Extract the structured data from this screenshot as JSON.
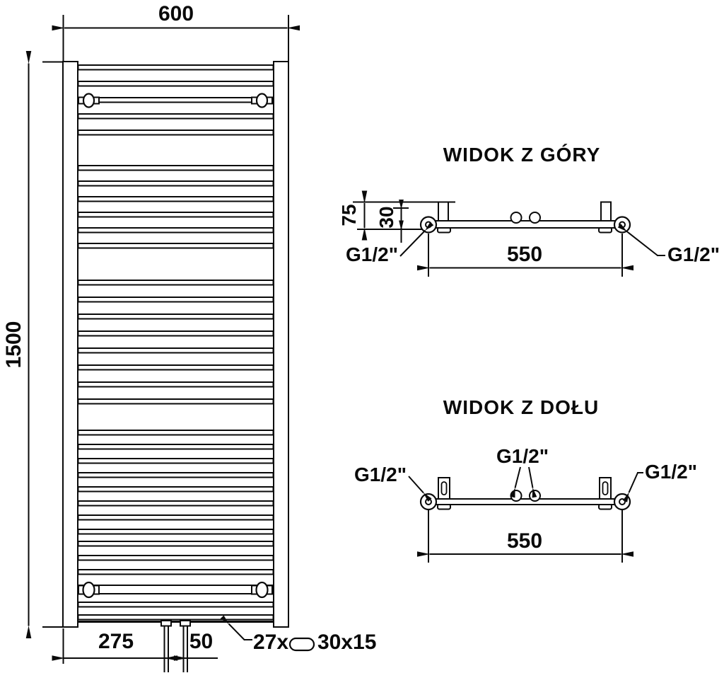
{
  "front_view": {
    "dim_width": "600",
    "dim_height": "1500",
    "dim_pipe_offset": "275",
    "dim_pipe_spacing": "50",
    "rung_count_label": "27x",
    "rung_profile_label": "30x15",
    "rung_rows": [
      92,
      115,
      138,
      161,
      184,
      234,
      256,
      278,
      300,
      322,
      344,
      396,
      420,
      444,
      468,
      492,
      516,
      540,
      564,
      608,
      628,
      648,
      668,
      688,
      708,
      728,
      748,
      765,
      785,
      805,
      827,
      851,
      869
    ],
    "bracket_rows": [
      138,
      827
    ]
  },
  "top_view": {
    "title": "WIDOK Z GÓRY",
    "dim_depth": "75",
    "dim_axis": "30",
    "dim_centers": "550",
    "connection_left": "G1/2\"",
    "connection_right": "G1/2\""
  },
  "bottom_view": {
    "title": "WIDOK Z DOŁU",
    "dim_centers": "550",
    "connection_left": "G1/2\"",
    "connection_center": "G1/2\"",
    "connection_right": "G1/2\""
  },
  "colors": {
    "line": "#0a0a0a",
    "background": "#ffffff"
  }
}
